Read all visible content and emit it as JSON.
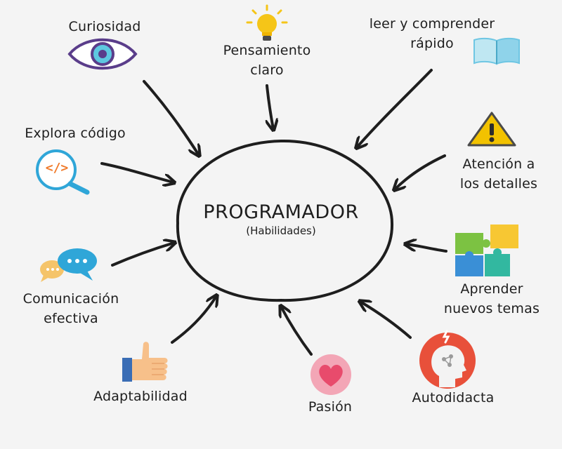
{
  "center": {
    "title": "PROGRAMADOR",
    "subtitle": "(Habilidades)"
  },
  "skills": {
    "curiosidad": "Curiosidad",
    "pensamiento_1": "Pensamiento",
    "pensamiento_2": "claro",
    "leer_1": "leer y comprender",
    "leer_2": "rápido",
    "explora": "Explora código",
    "atencion_1": "Atención a",
    "atencion_2": "los detalles",
    "aprender_1": "Aprender",
    "aprender_2": "nuevos temas",
    "comunicacion_1": "Comunicación",
    "comunicacion_2": "efectiva",
    "adaptabilidad": "Adaptabilidad",
    "pasion": "Pasión",
    "autodidacta": "Autodidacta"
  },
  "icons": {
    "code": "</>"
  },
  "colors": {
    "eye": "#5a3d8a",
    "bulb": "#f5c518",
    "book": "#6ec6e3",
    "warning": "#f2c200",
    "puzzle_green": "#7cc242",
    "puzzle_yellow": "#f7c733",
    "puzzle_blue": "#3a8fd6",
    "puzzle_teal": "#32b8a0",
    "chat_blue": "#2fa6d8",
    "chat_yellow": "#f5c46a",
    "thumb": "#f7c08a",
    "heart": "#e84b6c",
    "head_circle": "#e8503a"
  }
}
